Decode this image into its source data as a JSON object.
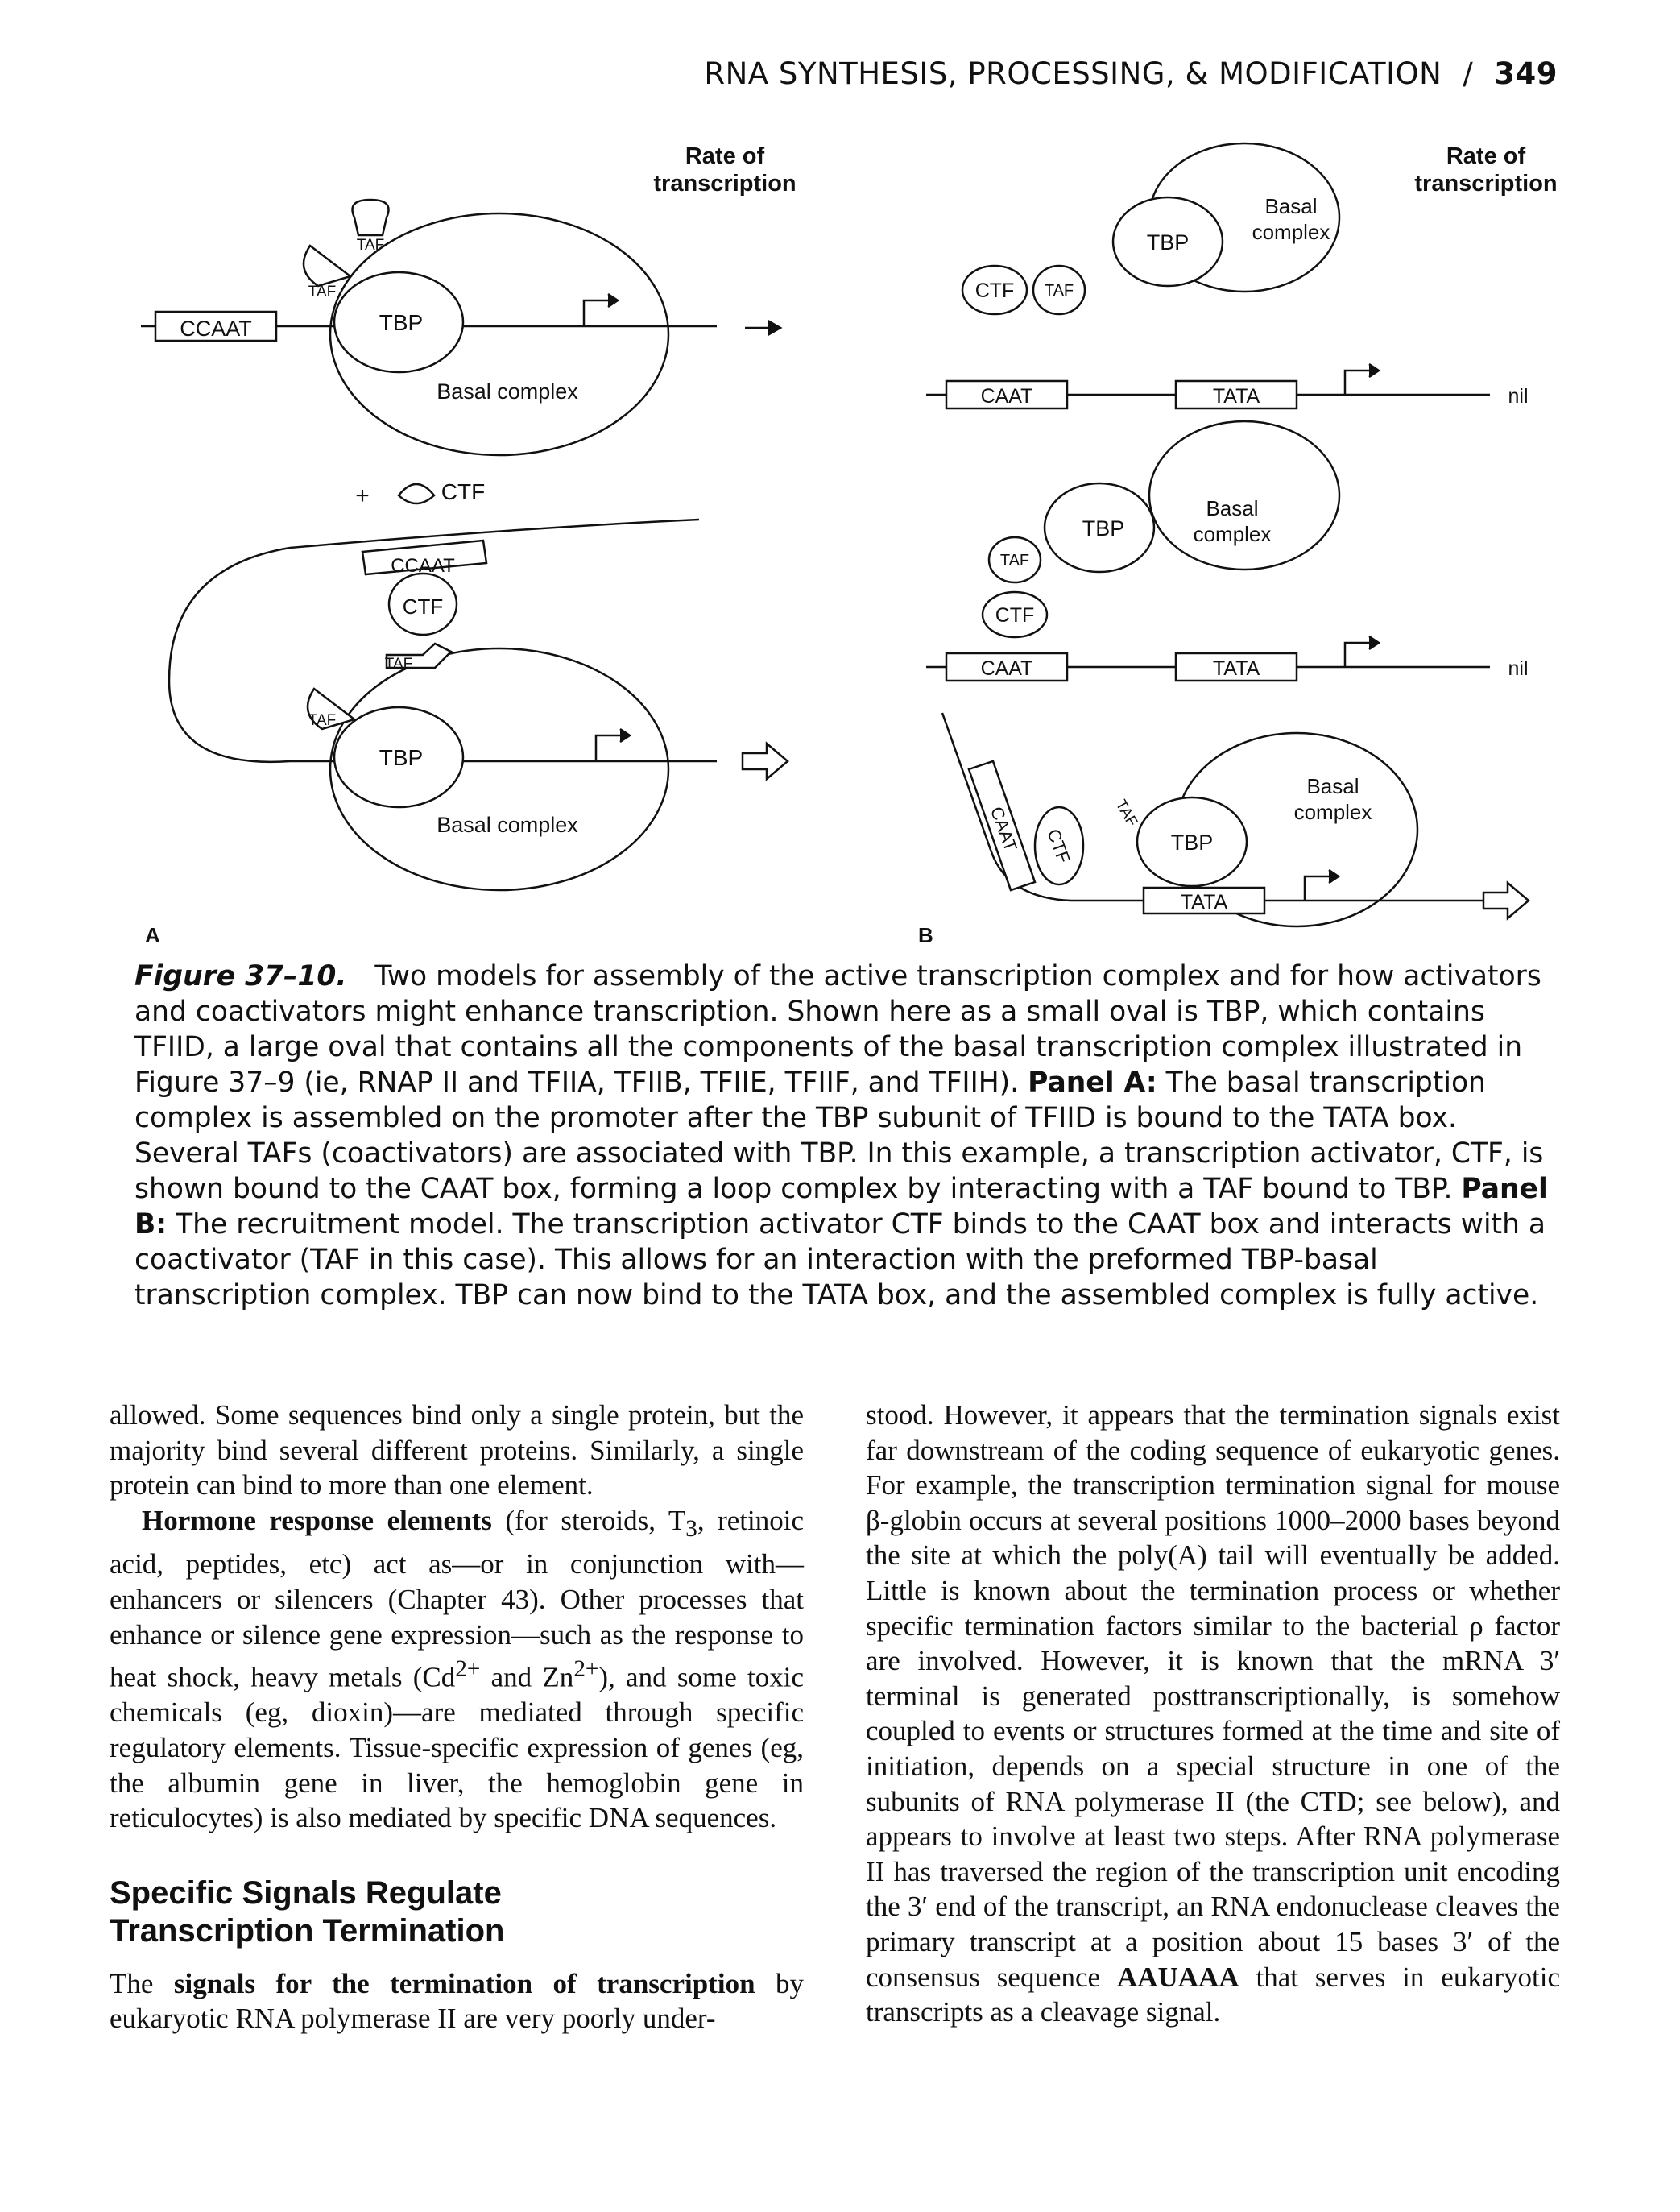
{
  "running_head": {
    "title": "RNA SYNTHESIS, PROCESSING, & MODIFICATION",
    "separator": "/",
    "page_number": "349"
  },
  "figure": {
    "panel_a": {
      "label": "A",
      "rate_label_1": "Rate of",
      "rate_label_2": "transcription",
      "ccaat": "CCAAT",
      "tbp": "TBP",
      "taf": "TAF",
      "basal": "Basal complex",
      "plus": "+",
      "ctf": "CTF"
    },
    "panel_b": {
      "label": "B",
      "rate_label_1": "Rate of",
      "rate_label_2": "transcription",
      "tbp": "TBP",
      "basal_1": "Basal",
      "basal_2": "complex",
      "ctf": "CTF",
      "taf": "TAF",
      "caat": "CAAT",
      "tata": "TATA",
      "nil": "nil"
    }
  },
  "caption": {
    "label": "Figure 37–10.",
    "text_1": "Two models for assembly of the active transcription complex and for how activators and coactivators might enhance transcription. Shown here as a small oval is TBP, which contains TFIID, a large oval that contains all the components of the basal transcription complex illustrated in Figure 37–9 (ie, RNAP II and TFIIA, TFIIB, TFIIE, TFIIF, and TFIIH).",
    "panel_a_label": "Panel A:",
    "text_2": "The basal transcription complex is assembled on the promoter after the TBP subunit of TFIID is bound to the TATA box. Several TAFs (coactivators) are associated with TBP. In this example, a transcription activator, CTF, is shown bound to the CAAT box, forming a loop complex by interacting with a TAF bound to TBP.",
    "panel_b_label": "Panel B:",
    "text_3": "The recruitment model. The transcription activator CTF binds to the CAAT box and interacts with a coactivator (TAF in this case). This allows for an interaction with the preformed TBP-basal transcription complex. TBP can now bind to the TATA box, and the assembled complex is fully active."
  },
  "body": {
    "left_p1": "allowed. Some sequences bind only a single protein, but the majority bind several different proteins. Similarly, a single protein can bind to more than one element.",
    "left_p2_bold": "Hormone response elements",
    "left_p2_a": "(for steroids, T",
    "left_p2_sub": "3",
    "left_p2_b": ", retinoic acid, peptides, etc) act as—or in conjunction with—enhancers or silencers (Chapter 43). Other processes that enhance or silence gene expression—such as the response to heat shock, heavy metals (Cd",
    "left_p2_sup1": "2+",
    "left_p2_c": "and Zn",
    "left_p2_sup2": "2+",
    "left_p2_d": "), and some toxic chemicals (eg, dioxin)—are mediated through specific regulatory elements. Tissue-specific expression of genes (eg, the albumin gene in liver, the hemoglobin gene in reticulocytes) is also mediated by specific DNA sequences.",
    "section_heading_1": "Specific Signals Regulate",
    "section_heading_2": "Transcription Termination",
    "left_p3_a": "The",
    "left_p3_bold": "signals for the termination of transcription",
    "left_p3_b": "by eukaryotic RNA polymerase II are very poorly under-",
    "right_p1_a": "stood. However, it appears that the termination signals exist far downstream of the coding sequence of eukaryotic genes. For example, the transcription termination signal for mouse β-globin occurs at several positions 1000–2000 bases beyond the site at which the poly(A) tail will eventually be added. Little is known about the termination process or whether specific termination factors similar to the bacterial ρ factor are involved. However, it is known that the mRNA 3′ terminal is generated posttranscriptionally, is somehow coupled to events or structures formed at the time and site of initiation, depends on a special structure in one of the subunits of RNA polymerase II (the CTD; see below), and appears to involve at least two steps. After RNA polymerase II has traversed the region of the transcription unit encoding the 3′ end of the transcript, an RNA endonuclease cleaves the primary transcript at a position about 15 bases 3′ of the consensus sequence",
    "right_p1_bold": "AAUAAA",
    "right_p1_b": "that serves in eukaryotic transcripts as a cleavage signal."
  }
}
